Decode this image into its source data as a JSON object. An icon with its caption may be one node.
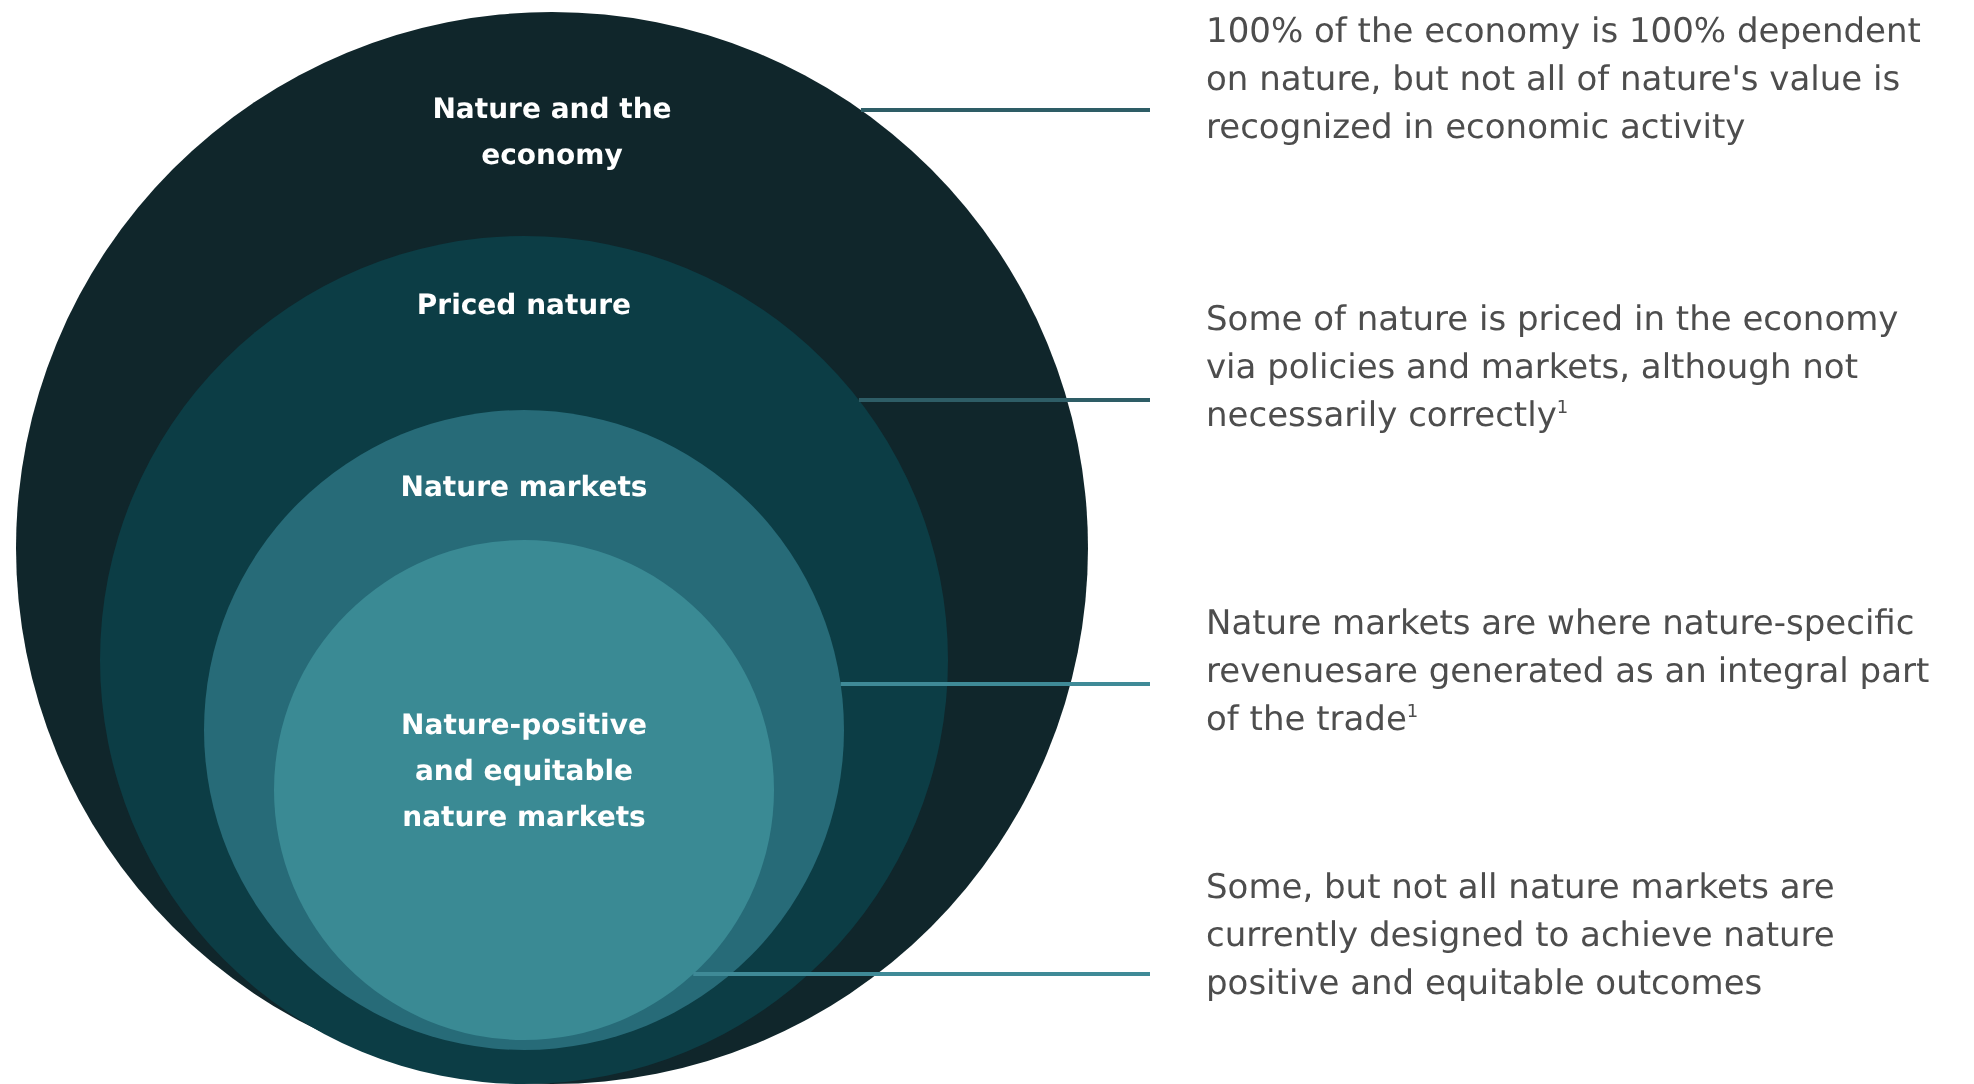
{
  "diagram": {
    "nodes": [
      {
        "text": [
          "Nature and the economy"
        ]
      },
      {
        "text": [
          "Priced nature"
        ],
        "in": 0
      },
      {
        "text": [
          "Nature markets"
        ],
        "in": 1
      },
      {
        "text": [
          "Nature-positive and equitable nature markets"
        ],
        "in": 2
      },
      {
        "text": [
          "100% of the economy is 100% dependent on nature, but not all of nature's value is recognized in economic activity"
        ]
      },
      {
        "text": [
          "Some of nature is priced in the economy via policies and markets, although not necessarily correctly$^{1}$"
        ]
      },
      {
        "text": [
          "Nature markets are where nature-specific revenuesare generated as an integral part of the trade$^{1}$"
        ]
      },
      {
        "text": [
          "Some, but not all nature markets are currently designed to achieve nature positive and equitable outcomes"
        ]
      }
    ],
    "edges": [
      {
        "from": 4,
        "to": 0,
        "arrow": "none"
      },
      {
        "from": 5,
        "to": 1,
        "arrow": "none"
      },
      {
        "from": 6,
        "to": 2,
        "arrow": "none",
        "color": "#3f8a97"
      },
      {
        "from": 7,
        "to": 3,
        "arrow": "none",
        "color": "#3f8a97"
      }
    ]
  }
}
